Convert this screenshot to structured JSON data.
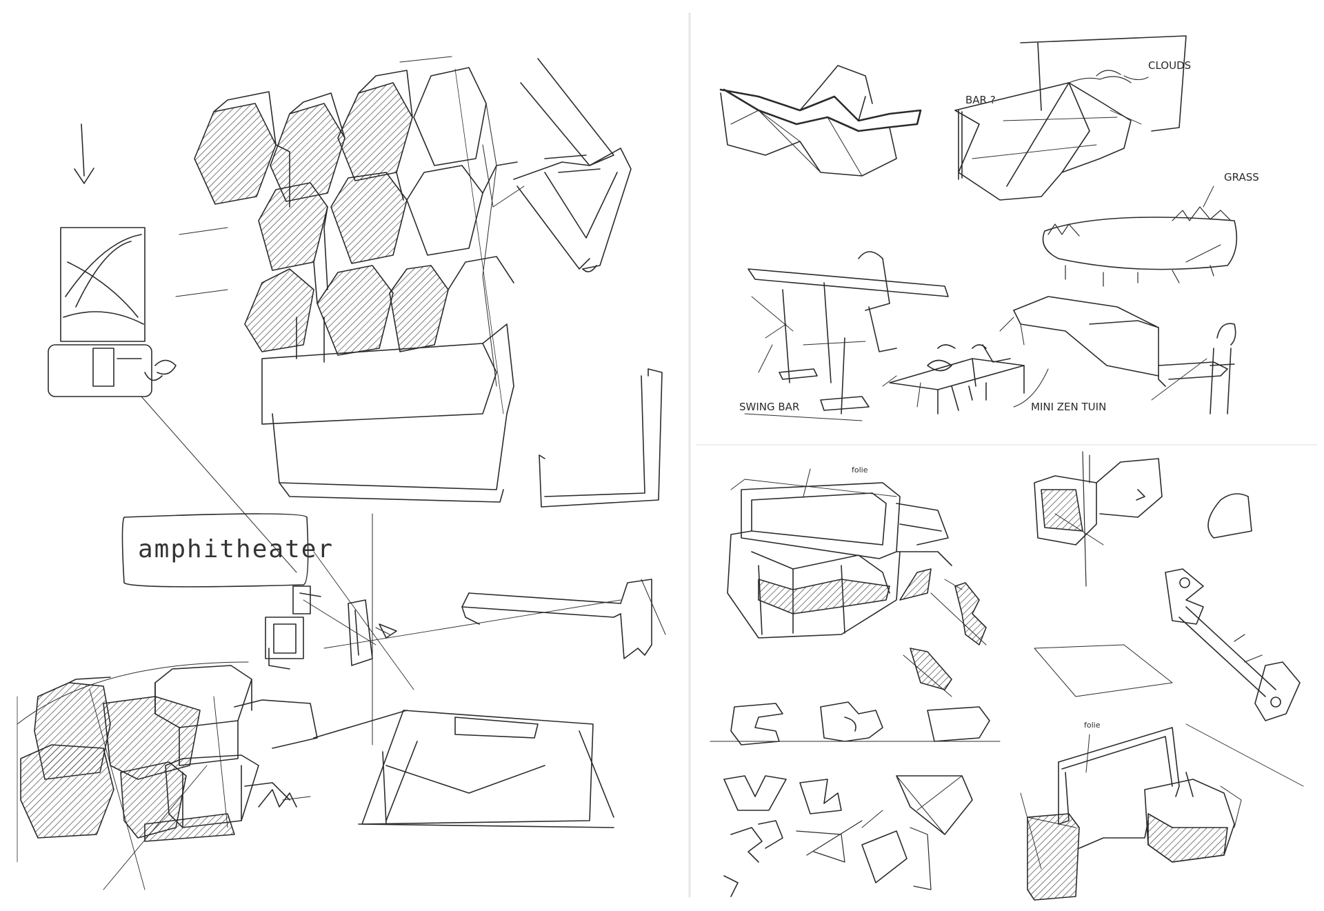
{
  "labels": {
    "amphitheater": "amphitheater",
    "clouds": "CLOUDS",
    "bar": "BAR ?",
    "grass": "GRASS",
    "swing_bar": "SWING BAR",
    "mini_zen_tuin": "MINI ZEN TUIN",
    "folie_1": "folie",
    "folie_2": "folie"
  },
  "colors": {
    "ink": "#2a2a2a",
    "paper": "#ffffff",
    "hatch": "#444444"
  }
}
